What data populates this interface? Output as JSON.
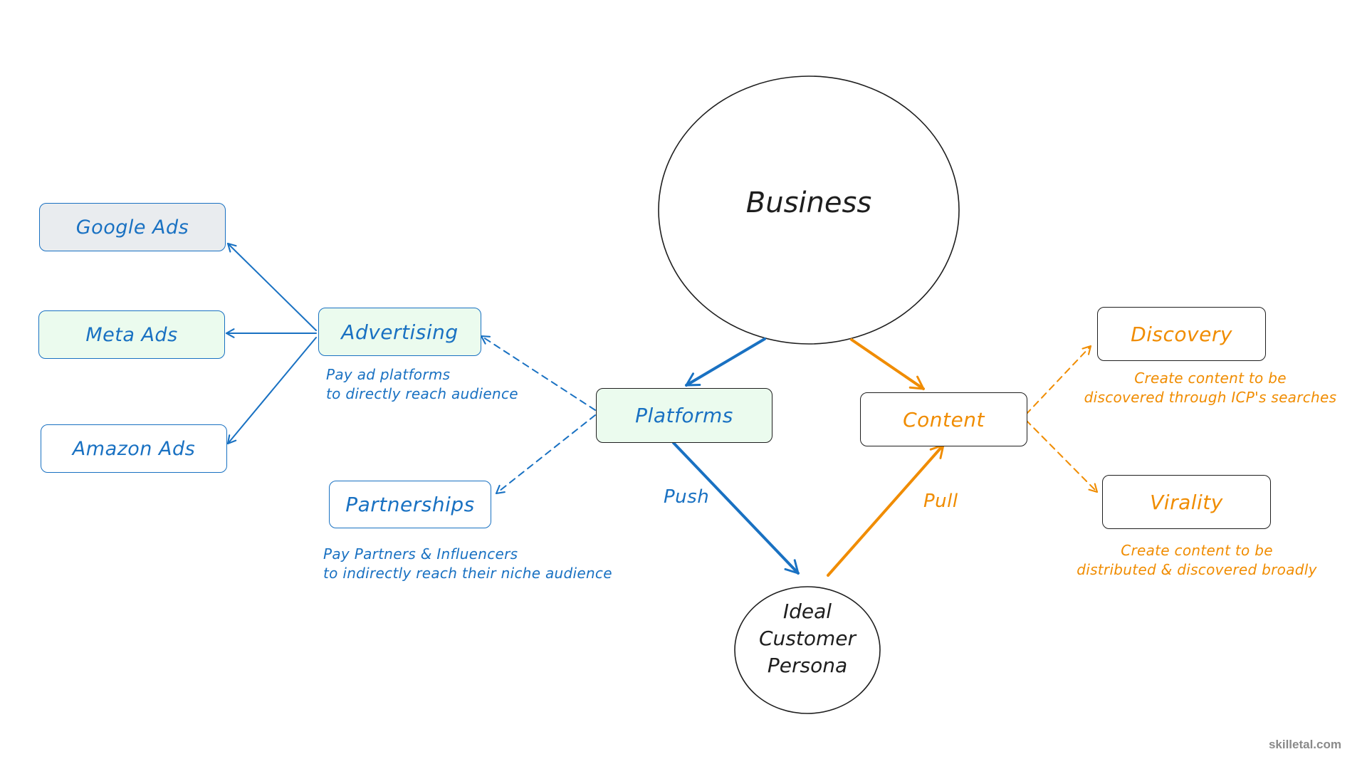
{
  "colors": {
    "blue": "#1971c2",
    "orange": "#f08c00",
    "ink": "#1e1e1e",
    "fill_green": "#ebfbee",
    "fill_gray": "#e9ecef",
    "watermark": "#8a8a8a"
  },
  "nodes": {
    "business": "Business",
    "icp": [
      "Ideal",
      "Customer",
      "Persona"
    ],
    "platforms": "Platforms",
    "content": "Content",
    "advertising": "Advertising",
    "partnerships": "Partnerships",
    "google_ads": "Google Ads",
    "meta_ads": "Meta Ads",
    "amazon_ads": "Amazon Ads",
    "discovery": "Discovery",
    "virality": "Virality"
  },
  "edge_labels": {
    "push": "Push",
    "pull": "Pull"
  },
  "notes": {
    "advertising": [
      "Pay ad platforms",
      "to directly reach audience"
    ],
    "partnerships": [
      "Pay Partners & Influencers",
      "to indirectly reach their niche audience"
    ],
    "discovery": [
      "Create content to be",
      "discovered through ICP's searches"
    ],
    "virality": [
      "Create content to be",
      "distributed & discovered broadly"
    ]
  },
  "watermark": "skilletal.com"
}
